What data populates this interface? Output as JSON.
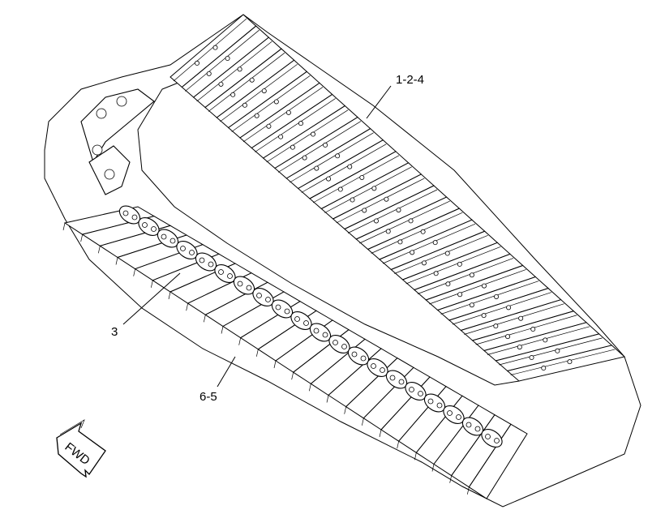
{
  "callouts": {
    "top": "1-2-4",
    "left": "3",
    "bottom": "6-5"
  },
  "fwd_arrow": {
    "label": "FWD"
  },
  "colors": {
    "ink": "#000000",
    "paper": "#ffffff"
  },
  "icons": [
    "fwd-arrow-icon"
  ]
}
